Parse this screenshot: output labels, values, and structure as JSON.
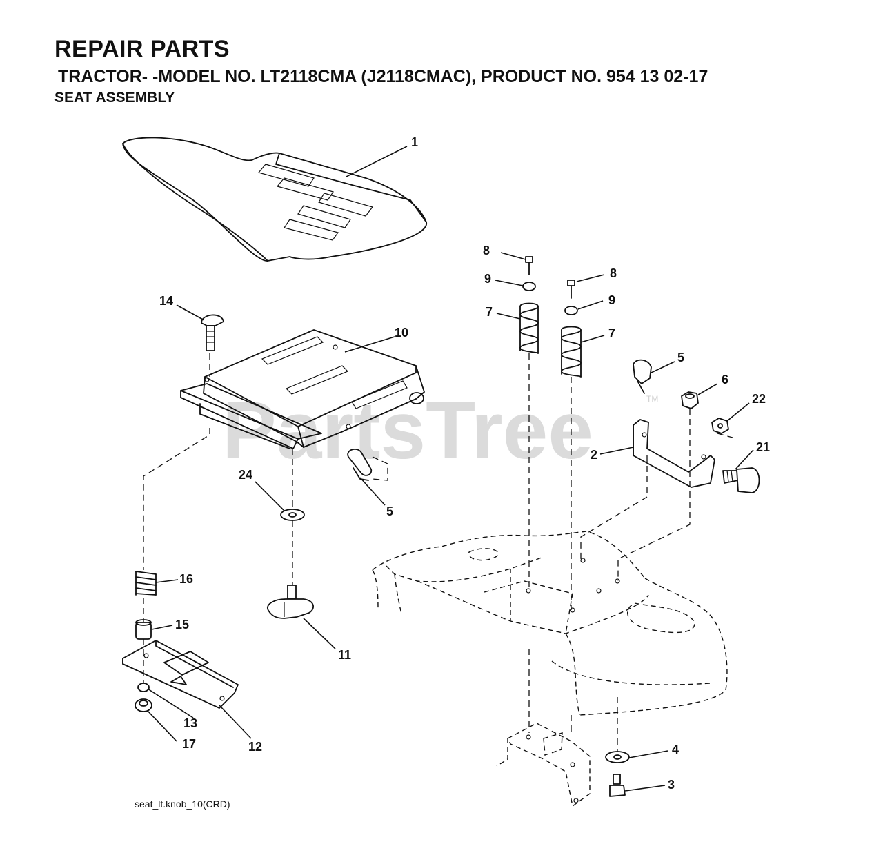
{
  "header": {
    "title": "REPAIR PARTS",
    "subtitle": " TRACTOR- -MODEL NO. LT2118CMA (J2118CMAC), PRODUCT NO. 954 13 02-17",
    "section": "SEAT ASSEMBLY"
  },
  "watermark": {
    "text": "PartsTree",
    "tm": "TM"
  },
  "footnote": "seat_lt.knob_10(CRD)",
  "callouts": {
    "c1": "1",
    "c2": "2",
    "c3": "3",
    "c4": "4",
    "c5a": "5",
    "c5b": "5",
    "c6": "6",
    "c7a": "7",
    "c7b": "7",
    "c8a": "8",
    "c8b": "8",
    "c9a": "9",
    "c9b": "9",
    "c10": "10",
    "c11": "11",
    "c12": "12",
    "c13": "13",
    "c14": "14",
    "c15": "15",
    "c16": "16",
    "c17": "17",
    "c21": "21",
    "c22": "22",
    "c24": "24"
  }
}
